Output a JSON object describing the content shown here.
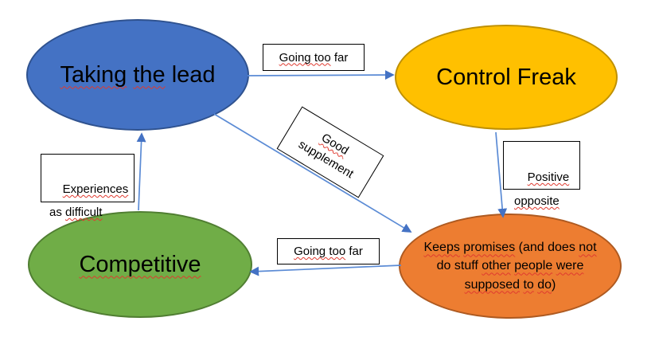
{
  "colors": {
    "background": "#FFFFFF",
    "arrow": "#5B8BD5",
    "arrow_head": "#4472C4",
    "squiggle": "#E03A2F",
    "label_box_fill": "#FFFFFF",
    "label_box_border": "#000000",
    "text": "#000000"
  },
  "nodes": {
    "taking": {
      "id": "taking-the-lead",
      "text": "Taking the lead",
      "fill": "#4472C4",
      "border": "#2F528F",
      "segments": [
        {
          "t": "Taking",
          "sq": true
        },
        {
          "t": " ",
          "sq": false
        },
        {
          "t": "the",
          "sq": true
        },
        {
          "t": " lead",
          "sq": false
        }
      ]
    },
    "control": {
      "id": "control-freak",
      "text": "Control Freak",
      "fill": "#FFC000",
      "border": "#BF9000",
      "segments": [
        {
          "t": "Control Freak",
          "sq": false
        }
      ]
    },
    "competitive": {
      "id": "competitive",
      "text": "Competitive",
      "fill": "#70AD47",
      "border": "#507E32",
      "segments": [
        {
          "t": "Competitive",
          "sq": true
        }
      ]
    },
    "keeps": {
      "id": "keeps-promises",
      "text": "Keeps promises (and does not do stuff other people were supposed to do)",
      "fill": "#ED7D31",
      "border": "#AE5A21",
      "segments": [
        {
          "t": "Keeps",
          "sq": true
        },
        {
          "t": " ",
          "sq": false
        },
        {
          "t": "promises",
          "sq": true
        },
        {
          "t": " (and does ",
          "sq": false
        },
        {
          "t": "not",
          "sq": true
        },
        {
          "t": "\n",
          "sq": false
        },
        {
          "t": "do stuff ",
          "sq": false
        },
        {
          "t": "other",
          "sq": true
        },
        {
          "t": " ",
          "sq": false
        },
        {
          "t": "people",
          "sq": true
        },
        {
          "t": " ",
          "sq": false
        },
        {
          "t": "were",
          "sq": true
        },
        {
          "t": "\n",
          "sq": false
        },
        {
          "t": "supposed",
          "sq": true
        },
        {
          "t": " ",
          "sq": false
        },
        {
          "t": "to",
          "sq": true
        },
        {
          "t": " ",
          "sq": false
        },
        {
          "t": "do",
          "sq": true
        },
        {
          "t": ")",
          "sq": false
        }
      ]
    }
  },
  "labels": {
    "going_too_far_top": {
      "text": "Going too far",
      "segments": [
        {
          "t": "Going too",
          "sq": true
        },
        {
          "t": " far",
          "sq": false
        }
      ]
    },
    "good_supplement": {
      "text": "Good supplement",
      "rotation_deg": 31,
      "segments": [
        {
          "t": "Good",
          "sq": true
        },
        {
          "t": "\n",
          "sq": false
        },
        {
          "t": "supplement",
          "sq": false
        }
      ]
    },
    "positive_opposite": {
      "text": "Positive opposite",
      "segments": [
        {
          "t": "Positive",
          "sq": true
        },
        {
          "t": "\n",
          "sq": false
        },
        {
          "t": "opposite",
          "sq": true
        }
      ]
    },
    "going_too_far_bottom": {
      "text": "Going too far",
      "segments": [
        {
          "t": "Going too",
          "sq": true
        },
        {
          "t": " far",
          "sq": false
        }
      ]
    },
    "experiences_as_difficult": {
      "text": "Experiences as difficult",
      "segments": [
        {
          "t": "Experiences",
          "sq": true
        },
        {
          "t": "\n",
          "sq": false
        },
        {
          "t": "as ",
          "sq": false
        },
        {
          "t": "difficult",
          "sq": true
        }
      ]
    }
  },
  "edges": [
    {
      "from": "taking-the-lead",
      "to": "control-freak",
      "label": "Going too far"
    },
    {
      "from": "taking-the-lead",
      "to": "keeps-promises",
      "label": "Good supplement"
    },
    {
      "from": "control-freak",
      "to": "keeps-promises",
      "label": "Positive opposite"
    },
    {
      "from": "keeps-promises",
      "to": "competitive",
      "label": "Going too far"
    },
    {
      "from": "competitive",
      "to": "taking-the-lead",
      "label": "Experiences as difficult"
    }
  ]
}
